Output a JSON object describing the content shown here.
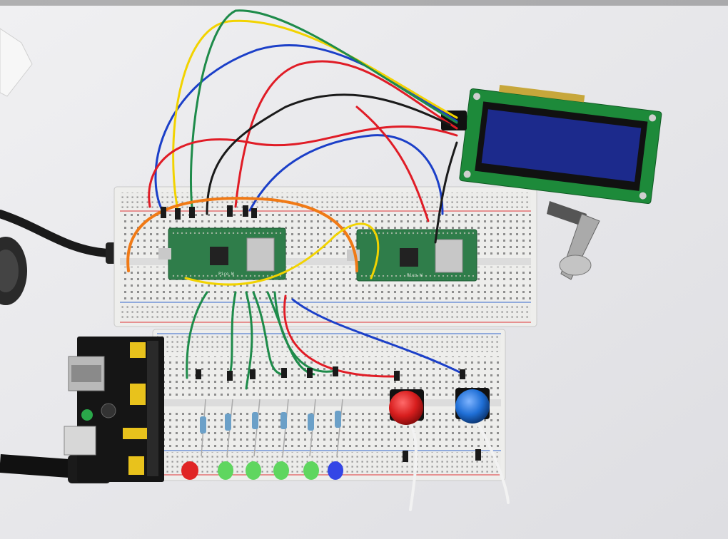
{
  "photo": {
    "subject": "breadboard-circuit-two-pico-boards-lcd-leds-buttons",
    "colors": {
      "background": "#e9e9eb",
      "breadboard": "#eeeeec",
      "pcb_green": "#2f7d4a",
      "lcd_pcb": "#1d8a3a",
      "lcd_screen": "#1c2a8c",
      "power_module": "#151515",
      "header_yellow": "#e8c21c",
      "button_red": "#d81e1e",
      "button_blue": "#1f6fd6",
      "wire_red": "#e01c26",
      "wire_blue": "#1b3fc8",
      "wire_green": "#1e8b4a",
      "wire_yellow": "#f2d300",
      "wire_orange": "#f07a16",
      "wire_black": "#1a1a1a"
    },
    "led_colors": [
      "red",
      "green",
      "green",
      "green",
      "green",
      "blue"
    ],
    "button_colors": [
      "red",
      "blue"
    ],
    "board_silkscreen": {
      "left": "Pico W",
      "right": "Pico W"
    }
  }
}
